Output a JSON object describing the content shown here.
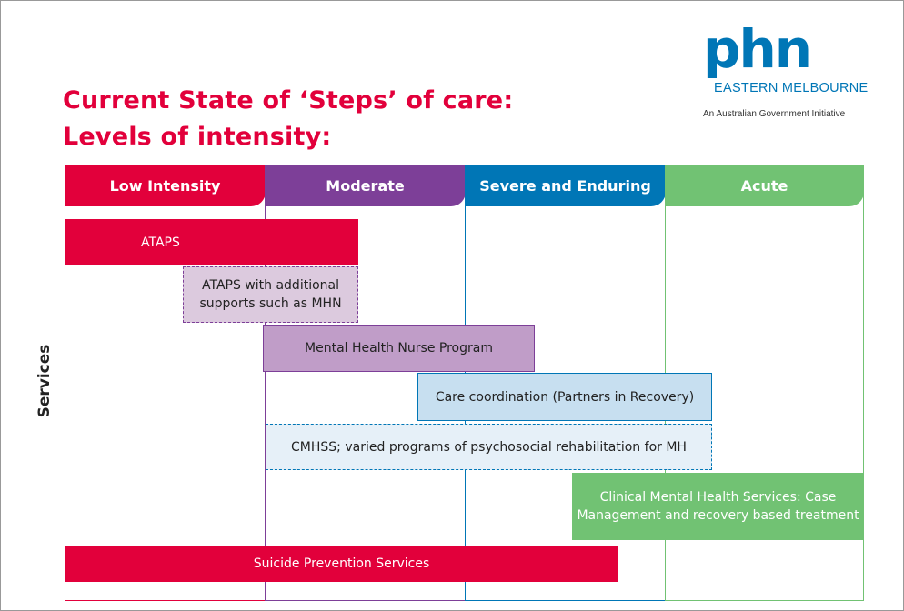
{
  "title": {
    "line1": "Current State of ‘Steps’ of care:",
    "line2": "Levels of intensity:"
  },
  "logo": {
    "mark": "phn",
    "subtitle": "EASTERN MELBOURNE",
    "tagline": "An Australian Government Initiative"
  },
  "columns": [
    {
      "label": "Low Intensity",
      "color": "#e2003b"
    },
    {
      "label": "Moderate",
      "color": "#7d3f98"
    },
    {
      "label": "Severe and Enduring",
      "color": "#0076b6"
    },
    {
      "label": "Acute",
      "color": "#71c273"
    }
  ],
  "row_label": "Services",
  "services": [
    {
      "label": "ATAPS",
      "style": "solid-red"
    },
    {
      "label": "ATAPS with additional supports such as MHN",
      "style": "dashed-lilac"
    },
    {
      "label": "Mental Health Nurse Program",
      "style": "solid-purple"
    },
    {
      "label": "Care coordination (Partners in Recovery)",
      "style": "solid-lightblue"
    },
    {
      "label": "CMHSS; varied programs of psychosocial rehabilitation for MH",
      "style": "dashed-lightblue"
    },
    {
      "label": "Clinical Mental Health Services: Case Management and recovery based treatment",
      "style": "solid-green"
    },
    {
      "label": "Suicide Prevention Services",
      "style": "solid-red"
    }
  ]
}
